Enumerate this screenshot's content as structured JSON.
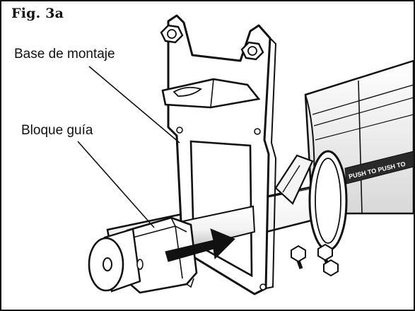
{
  "figure": {
    "title": "Fig. 3a",
    "labels": {
      "mounting_base": "Base de montaje",
      "guide_block": "Bloque guía"
    },
    "stripe_text": "PUSH TO PUSH TO"
  }
}
